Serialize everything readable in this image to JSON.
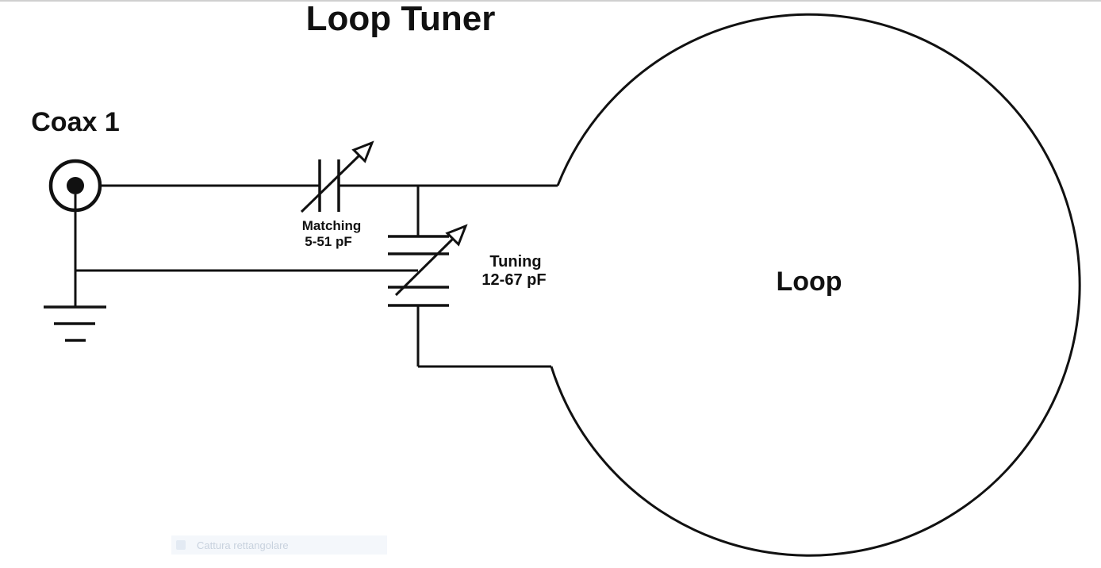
{
  "diagram": {
    "title": "Loop Tuner",
    "coax_label": "Coax 1",
    "matching_label": "Matching",
    "matching_value": "5-51 pF",
    "tuning_label": "Tuning",
    "tuning_value": "12-67 pF",
    "loop_label": "Loop"
  },
  "overlay": {
    "text": "Cattura rettangolare",
    "icon": "capture-icon"
  },
  "colors": {
    "ink": "#111111",
    "background": "#ffffff"
  }
}
